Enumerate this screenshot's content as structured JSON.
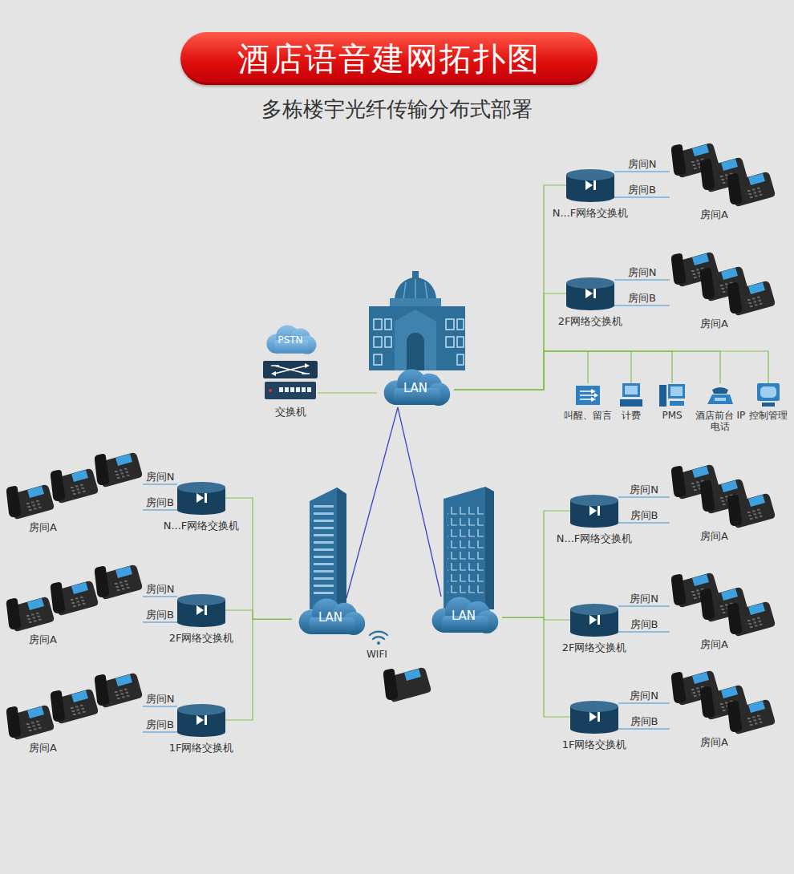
{
  "diagram": {
    "title": "酒店语音建网拓扑图",
    "caption": "多栋楼宇光纤传输分布式部署",
    "nodes": [
      {
        "text": [
          "PSTN"
        ]
      },
      {
        "text": [
          "交换机"
        ]
      },
      {
        "text": [
          "LAN"
        ]
      },
      {
        "text": [
          "N...F网络交换机"
        ]
      },
      {
        "text": [
          "房间A"
        ]
      },
      {
        "text": [
          "2F网络交换机"
        ]
      },
      {
        "text": [
          "房间A"
        ]
      },
      {
        "text": [
          "叫醒、留言"
        ]
      },
      {
        "text": [
          "计费"
        ]
      },
      {
        "text": [
          "PMS"
        ]
      },
      {
        "text": [
          "酒店前台 IP电话"
        ]
      },
      {
        "text": [
          "控制管理"
        ]
      },
      {
        "text": [
          "N...F网络交换机"
        ]
      },
      {
        "text": [
          "房间A"
        ]
      },
      {
        "text": [
          "N...F网络交换机"
        ]
      },
      {
        "text": [
          "房间A"
        ]
      },
      {
        "text": [
          "2F网络交换机"
        ]
      },
      {
        "text": [
          "房间A"
        ]
      },
      {
        "text": [
          "LAN"
        ]
      },
      {
        "text": [
          "LAN"
        ]
      },
      {
        "text": [
          "2F网络交换机"
        ]
      },
      {
        "text": [
          "房间A"
        ]
      },
      {
        "text": [
          "1F网络交换机"
        ]
      },
      {
        "text": [
          "房间A"
        ]
      },
      {
        "text": [
          "1F网络交换机"
        ]
      },
      {
        "text": [
          "房间A"
        ]
      }
    ],
    "edges": [
      {
        "from": 1,
        "to": 2,
        "arrow": "none"
      },
      {
        "from": 2,
        "to": 3,
        "arrow": "none"
      },
      {
        "from": 2,
        "to": 5,
        "arrow": "none"
      },
      {
        "from": 2,
        "to": 7,
        "arrow": "none"
      },
      {
        "from": 2,
        "to": 8,
        "arrow": "none"
      },
      {
        "from": 2,
        "to": 9,
        "arrow": "none"
      },
      {
        "from": 2,
        "to": 10,
        "arrow": "none"
      },
      {
        "from": 2,
        "to": 11,
        "arrow": "none"
      },
      {
        "from": 2,
        "to": 18,
        "arrow": "none"
      },
      {
        "from": 2,
        "to": 19,
        "arrow": "none"
      },
      {
        "from": 3,
        "to": 4,
        "label": "房间N",
        "arrow": "none"
      },
      {
        "from": 3,
        "to": 4,
        "label": "房间B",
        "arrow": "none"
      },
      {
        "from": 5,
        "to": 6,
        "label": "房间N",
        "arrow": "none"
      },
      {
        "from": 5,
        "to": 6,
        "label": "房间B",
        "arrow": "none"
      },
      {
        "from": 18,
        "to": 12,
        "arrow": "none"
      },
      {
        "from": 18,
        "to": 16,
        "arrow": "none"
      },
      {
        "from": 18,
        "to": 22,
        "arrow": "none"
      },
      {
        "from": 19,
        "to": 14,
        "arrow": "none"
      },
      {
        "from": 19,
        "to": 20,
        "arrow": "none"
      },
      {
        "from": 19,
        "to": 24,
        "arrow": "none"
      },
      {
        "from": 12,
        "to": 13,
        "label": "房间N",
        "arrow": "none"
      },
      {
        "from": 12,
        "to": 13,
        "label": "房间B",
        "arrow": "none"
      },
      {
        "from": 14,
        "to": 15,
        "label": "房间N",
        "arrow": "none"
      },
      {
        "from": 14,
        "to": 15,
        "label": "房间B",
        "arrow": "none"
      },
      {
        "from": 16,
        "to": 17,
        "label": "房间N",
        "arrow": "none"
      },
      {
        "from": 16,
        "to": 17,
        "label": "房间B",
        "arrow": "none"
      },
      {
        "from": 20,
        "to": 21,
        "label": "房间N",
        "arrow": "none"
      },
      {
        "from": 20,
        "to": 21,
        "label": "房间B",
        "arrow": "none"
      },
      {
        "from": 22,
        "to": 23,
        "label": "房间N",
        "arrow": "none"
      },
      {
        "from": 22,
        "to": 23,
        "label": "房间B",
        "arrow": "none"
      },
      {
        "from": 24,
        "to": 25,
        "label": "房间N",
        "arrow": "none"
      },
      {
        "from": 24,
        "to": 25,
        "label": "房间B",
        "arrow": "none"
      }
    ],
    "labels": [
      "WIFI"
    ]
  }
}
